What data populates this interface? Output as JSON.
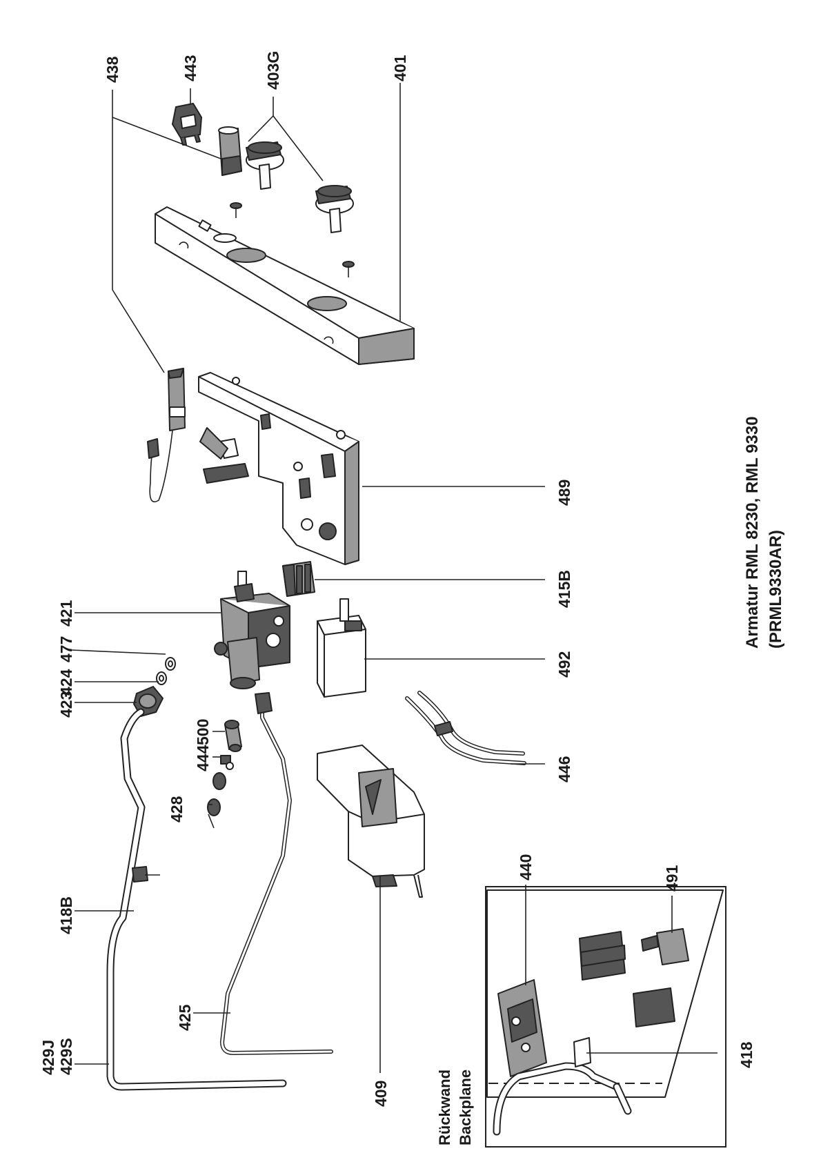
{
  "title": {
    "line1": "Armatur RML 8230, RML 9330",
    "line2": "(PRML9330AR)"
  },
  "inset": {
    "line1": "Rückwand",
    "line2": "Backplane"
  },
  "part_labels": {
    "p438": "438",
    "p443": "443",
    "p403G": "403G",
    "p401": "401",
    "p489": "489",
    "p415B": "415B",
    "p421": "421",
    "p477": "477",
    "p424": "424",
    "p423": "423",
    "p492": "492",
    "p500": "500",
    "p444": "444",
    "p428": "428",
    "p446": "446",
    "p418B": "418B",
    "p425": "425",
    "p429J": "429J",
    "p429S": "429S",
    "p409": "409",
    "p440": "440",
    "p491": "491",
    "p418": "418"
  }
}
